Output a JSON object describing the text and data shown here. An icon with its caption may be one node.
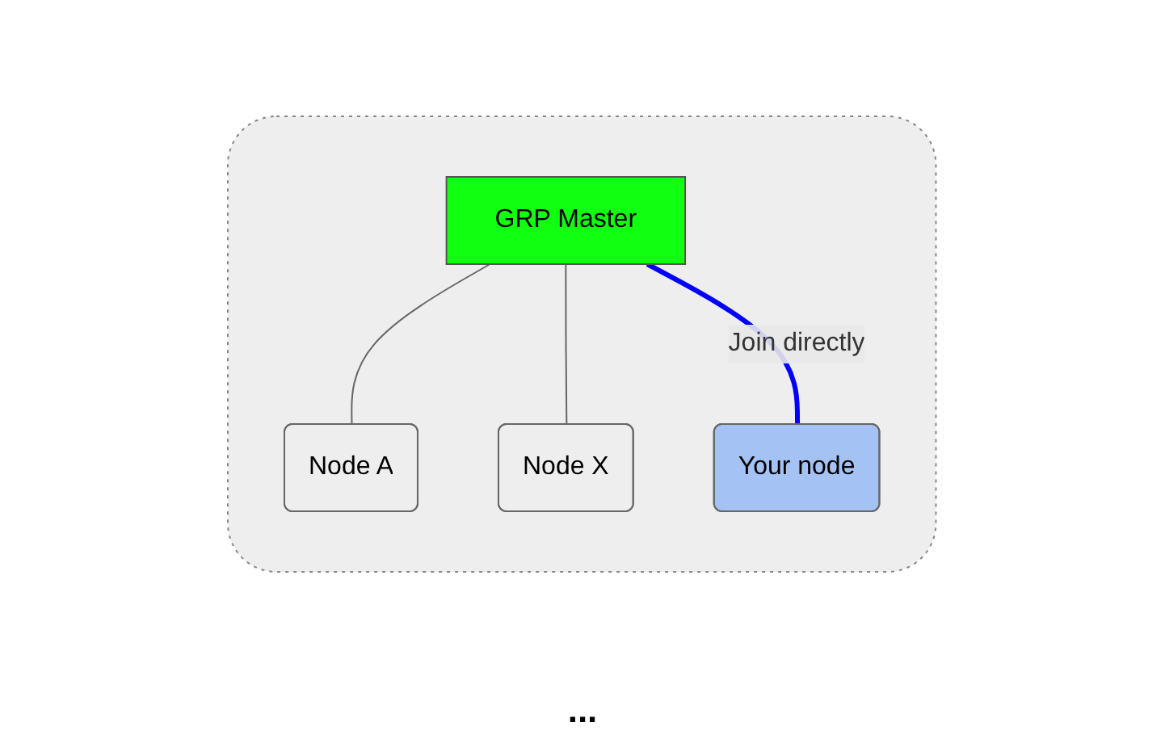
{
  "diagram": {
    "nodes": [
      {
        "text": [],
        "shape": "box"
      },
      {
        "text": [
          "GRP Master"
        ],
        "in": 0
      },
      {
        "text": [
          "Node A"
        ],
        "in": 0
      },
      {
        "text": [
          "Node X"
        ],
        "in": 0
      },
      {
        "text": [
          "Your node"
        ],
        "in": 0
      }
    ],
    "edges": [
      {
        "from": 1,
        "to": 2,
        "arrow": "none"
      },
      {
        "from": 1,
        "to": 3,
        "arrow": "none"
      },
      {
        "from": 1,
        "to": 4,
        "arrow": "none",
        "label": "Join directly",
        "style": "thick",
        "color": "#0000ff"
      }
    ],
    "labels": [
      "..."
    ]
  }
}
